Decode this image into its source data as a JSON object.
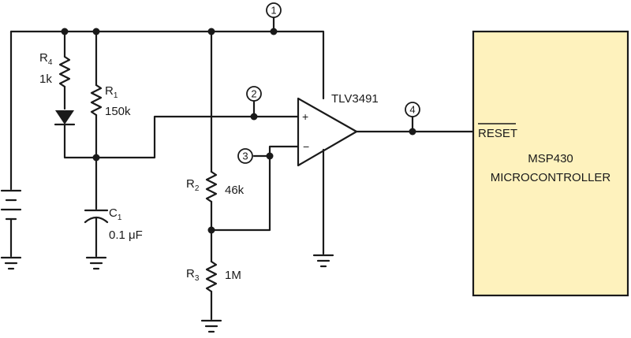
{
  "components": {
    "r4": {
      "name": "R",
      "sub": "4",
      "value": "1k"
    },
    "r1": {
      "name": "R",
      "sub": "1",
      "value": "150k"
    },
    "r2": {
      "name": "R",
      "sub": "2",
      "value": "46k"
    },
    "r3": {
      "name": "R",
      "sub": "3",
      "value": "1M"
    },
    "c1": {
      "name": "C",
      "sub": "1",
      "value": "0.1 μF"
    },
    "comparator": {
      "part": "TLV3491",
      "plus": "+",
      "minus": "−"
    },
    "mcu": {
      "reset": "RESET",
      "line1": "MSP430",
      "line2": "MICROCONTROLLER"
    }
  },
  "nodes": [
    "1",
    "2",
    "3",
    "4"
  ],
  "colors": {
    "wire": "#1a1a1a",
    "mcu_fill": "#fef2bd"
  }
}
